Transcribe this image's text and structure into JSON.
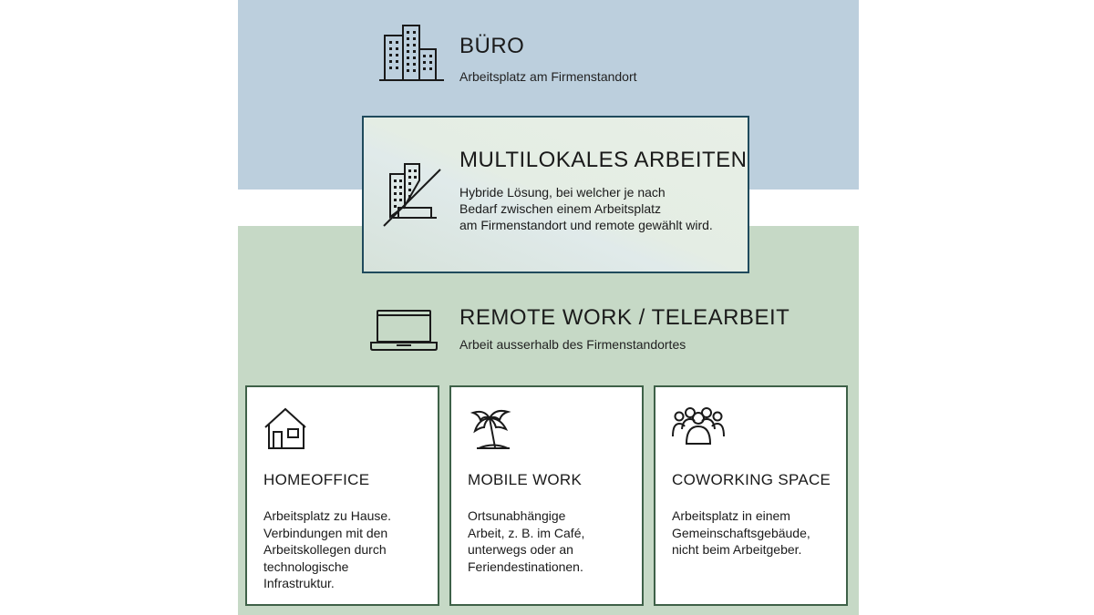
{
  "office": {
    "icon": "office-buildings-icon",
    "title": "BÜRO",
    "subtitle": "Arbeitsplatz am Firmenstandort"
  },
  "hybrid": {
    "icon": "buildings-laptop-split-icon",
    "title": "MULTILOKALES ARBEITEN",
    "lines": [
      "Hybride Lösung, bei welcher je nach",
      "Bedarf zwischen einem Arbeitsplatz",
      "am Firmenstandort und remote gewählt wird."
    ]
  },
  "remote": {
    "icon": "laptop-icon",
    "title": "REMOTE WORK / TELEARBEIT",
    "subtitle": "Arbeit ausserhalb des Firmenstandortes"
  },
  "cards": [
    {
      "icon": "house-icon",
      "title": "HOMEOFFICE",
      "lines": [
        "Arbeitsplatz zu Hause.",
        "Verbindungen mit den",
        "Arbeitskollegen durch",
        "technologische",
        "Infrastruktur."
      ]
    },
    {
      "icon": "palm-tree-icon",
      "title": "MOBILE WORK",
      "lines": [
        "Ortsunabhängige",
        "Arbeit, z. B. im Café,",
        "unterwegs oder an",
        "Feriendestinationen."
      ]
    },
    {
      "icon": "people-group-icon",
      "title": "COWORKING SPACE",
      "lines": [
        "Arbeitsplatz in einem",
        "Gemeinschaftsgebäude,",
        "nicht beim Arbeitgeber."
      ]
    }
  ],
  "colors": {
    "office_band": "#bccfdd",
    "remote_band": "#c6d9c6",
    "hybrid_border": "#1f4a5c",
    "card_border": "#3e6148"
  }
}
